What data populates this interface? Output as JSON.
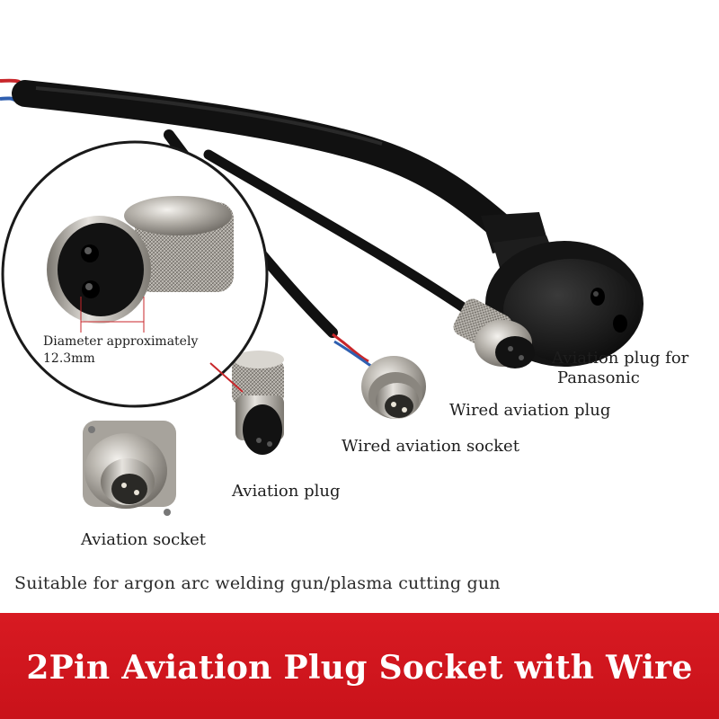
{
  "product": {
    "zoom_note_line1": "Diameter approximately",
    "zoom_note_line2": "12.3mm",
    "labels": {
      "panasonic_line1": "Aviation plug for",
      "panasonic_line2": "Panasonic",
      "wired_plug": "Wired aviation plug",
      "wired_socket": "Wired aviation socket",
      "plug": "Aviation plug",
      "socket": "Aviation socket"
    },
    "caption": "Suitable for argon arc welding gun/plasma cutting gun",
    "title": "2Pin Aviation Plug Socket with Wire"
  },
  "colors": {
    "banner": "#d81a22",
    "banner_text": "#ffffff",
    "cable": "#111111",
    "metal": "#b8b4ad"
  }
}
